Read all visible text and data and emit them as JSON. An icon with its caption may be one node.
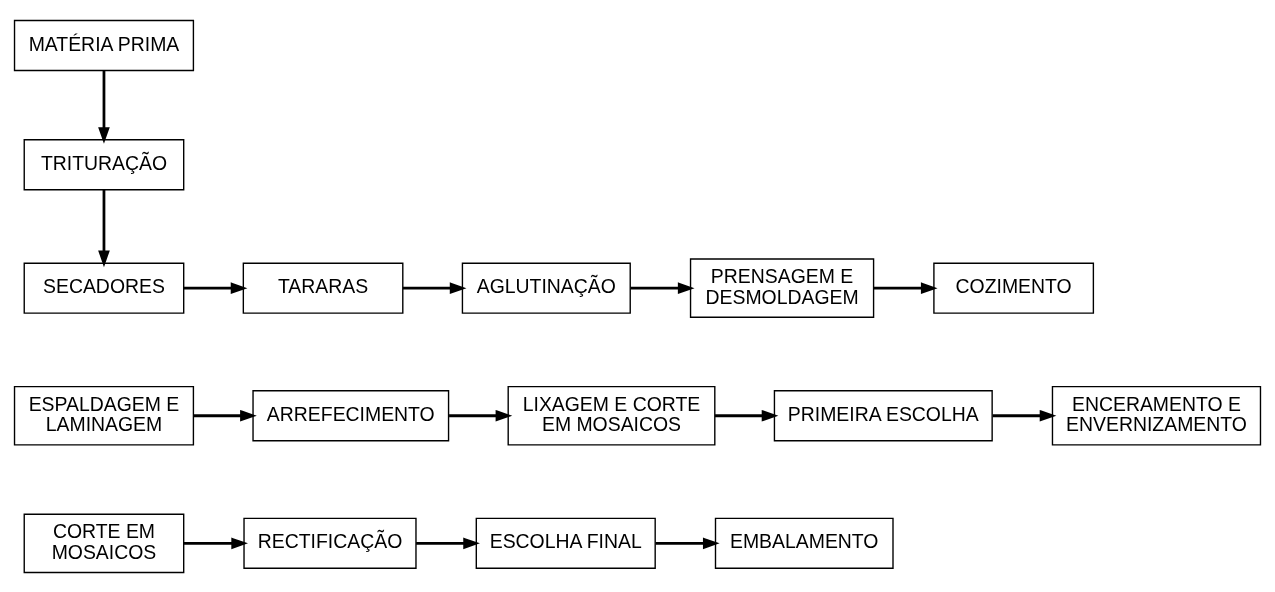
{
  "diagram": {
    "nodes": [
      {
        "text": [
          "MATÉRIA PRIMA"
        ]
      },
      {
        "text": [
          "TRITURAÇÃO"
        ]
      },
      {
        "text": [
          "SECADORES"
        ]
      },
      {
        "text": [
          "TARARAS"
        ]
      },
      {
        "text": [
          "AGLUTINAÇÃO"
        ]
      },
      {
        "text": [
          "PRENSAGEM E DESMOLDAGEM"
        ]
      },
      {
        "text": [
          "COZIMENTO"
        ]
      },
      {
        "text": [
          "ESPALDAGEM E LAMINAGEM"
        ]
      },
      {
        "text": [
          "ARREFECIMENTO"
        ]
      },
      {
        "text": [
          "LIXAGEM E CORTE EM MOSAICOS"
        ]
      },
      {
        "text": [
          "PRIMEIRA ESCOLHA"
        ]
      },
      {
        "text": [
          "ENCERAMENTO E ENVERNIZAMENTO"
        ]
      },
      {
        "text": [
          "CORTE EM MOSAICOS"
        ]
      },
      {
        "text": [
          "RECTIFICAÇÃO"
        ]
      },
      {
        "text": [
          "ESCOLHA FINAL"
        ]
      },
      {
        "text": [
          "EMBALAMENTO"
        ]
      }
    ],
    "edges": [
      {
        "from": 0,
        "to": 1,
        "arrow": "to"
      },
      {
        "from": 1,
        "to": 2,
        "arrow": "to"
      },
      {
        "from": 2,
        "to": 3,
        "arrow": "to"
      },
      {
        "from": 3,
        "to": 4,
        "arrow": "to"
      },
      {
        "from": 4,
        "to": 5,
        "arrow": "to"
      },
      {
        "from": 5,
        "to": 6,
        "arrow": "to"
      },
      {
        "from": 7,
        "to": 8,
        "arrow": "to"
      },
      {
        "from": 8,
        "to": 9,
        "arrow": "to"
      },
      {
        "from": 9,
        "to": 10,
        "arrow": "to"
      },
      {
        "from": 10,
        "to": 11,
        "arrow": "to"
      },
      {
        "from": 12,
        "to": 13,
        "arrow": "to"
      },
      {
        "from": 13,
        "to": 14,
        "arrow": "to"
      },
      {
        "from": 14,
        "to": 15,
        "arrow": "to"
      }
    ]
  }
}
